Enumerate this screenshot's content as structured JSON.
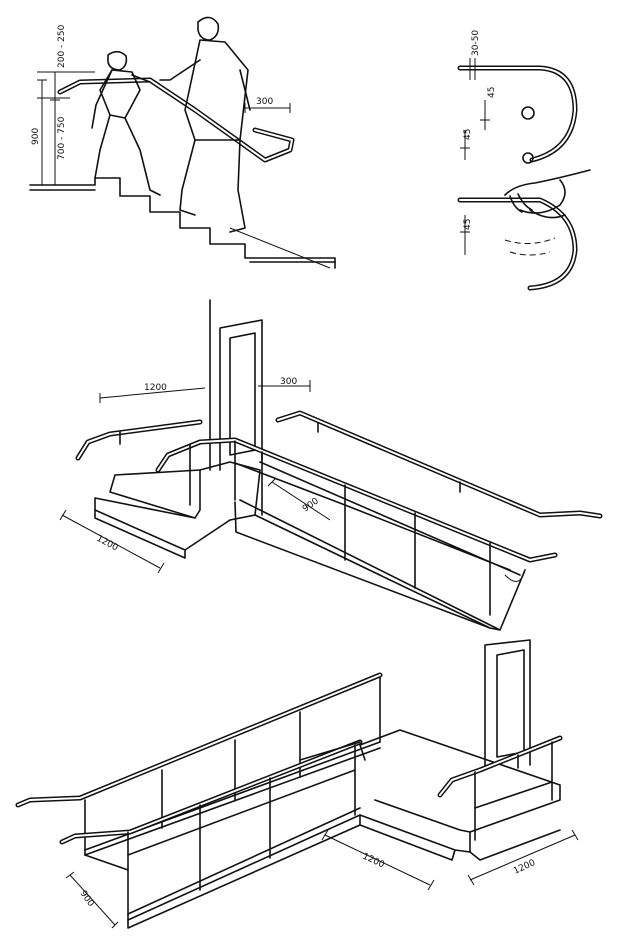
{
  "panel_top_left": {
    "dim_200_250": "200 - 250",
    "dim_900": "900",
    "dim_700_750": "700 - 750",
    "dim_300": "300"
  },
  "panel_top_right": {
    "dim_30_50": "30-50",
    "dim_45_a": "45",
    "dim_45_b": "45",
    "dim_45_c": "45"
  },
  "panel_middle": {
    "dim_1200_top": "1200",
    "dim_300": "300",
    "dim_900": "900",
    "dim_1200_left": "1200"
  },
  "panel_bottom": {
    "dim_1200_mid": "1200",
    "dim_1200_right": "1200",
    "dim_900": "900"
  }
}
